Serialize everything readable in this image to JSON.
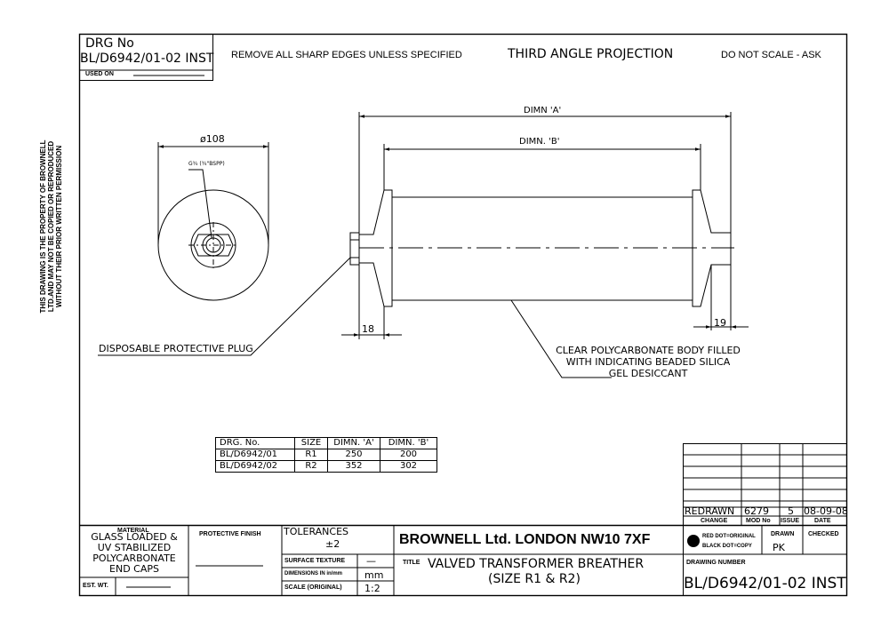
{
  "header": {
    "drg_no_label": "DRG No",
    "drg_no_value": "BL/D6942/01-02 INST",
    "used_on_label": "USED ON",
    "note_edges": "REMOVE ALL SHARP EDGES UNLESS SPECIFIED",
    "projection": "THIRD ANGLE PROJECTION",
    "scale_note": "DO NOT SCALE - ASK"
  },
  "side_note": {
    "line1": "THIS DRAWING IS THE PROPERTY OF BROWNELL",
    "line2": "LTD.AND MAY NOT BE COPIED OR REPRODUCED",
    "line3": "WITHOUT THEIR PRIOR WRITTEN PERMISSION"
  },
  "drawing": {
    "dia_label": "ø108",
    "thread_label": "G¾ (¾\"BSPP)",
    "dimn_a": "DIMN 'A'",
    "dimn_b": "DIMN. 'B'",
    "dim_18": "18",
    "dim_19": "19",
    "plug_callout": "DISPOSABLE PROTECTIVE PLUG",
    "body_callout_1": "CLEAR POLYCARBONATE BODY FILLED",
    "body_callout_2": "WITH INDICATING BEADED SILICA",
    "body_callout_3": "GEL DESICCANT"
  },
  "dim_table": {
    "headers": [
      "DRG. No.",
      "SIZE",
      "DIMN. 'A'",
      "DIMN. 'B'"
    ],
    "rows": [
      [
        "BL/D6942/01",
        "R1",
        "250",
        "200"
      ],
      [
        "BL/D6942/02",
        "R2",
        "352",
        "302"
      ]
    ]
  },
  "revision": {
    "change": "REDRAWN",
    "mod_no": "6279",
    "issue": "5",
    "date": "08-09-08",
    "h_change": "CHANGE",
    "h_mod": "MOD No",
    "h_issue": "ISSUE",
    "h_date": "DATE"
  },
  "title_block": {
    "material_label": "MATERIAL",
    "material_1": "GLASS LOADED &",
    "material_2": "UV STABILIZED",
    "material_3": "POLYCARBONATE",
    "material_4": "END CAPS",
    "finish_label": "PROTECTIVE FINISH",
    "tolerances_label": "TOLERANCES",
    "tolerances_value": "±2",
    "surface_label": "SURFACE TEXTURE",
    "surface_value": "—",
    "dims_label": "DIMENSIONS IN in/mm",
    "dims_value": "mm",
    "scale_label": "SCALE (ORIGINAL)",
    "scale_value": "1:2",
    "est_wt_label": "EST. WT.",
    "company": "BROWNELL Ltd. LONDON NW10 7XF",
    "title_label": "TITLE",
    "title_1": "VALVED TRANSFORMER BREATHER",
    "title_2": "(SIZE R1 & R2)",
    "red_dot": "RED DOT=ORIGINAL",
    "black_dot": "BLACK DOT=COPY",
    "drawn_label": "DRAWN",
    "drawn_value": "PK",
    "checked_label": "CHECKED",
    "drawing_number_label": "DRAWING NUMBER",
    "drawing_number": "BL/D6942/01-02 INST"
  }
}
